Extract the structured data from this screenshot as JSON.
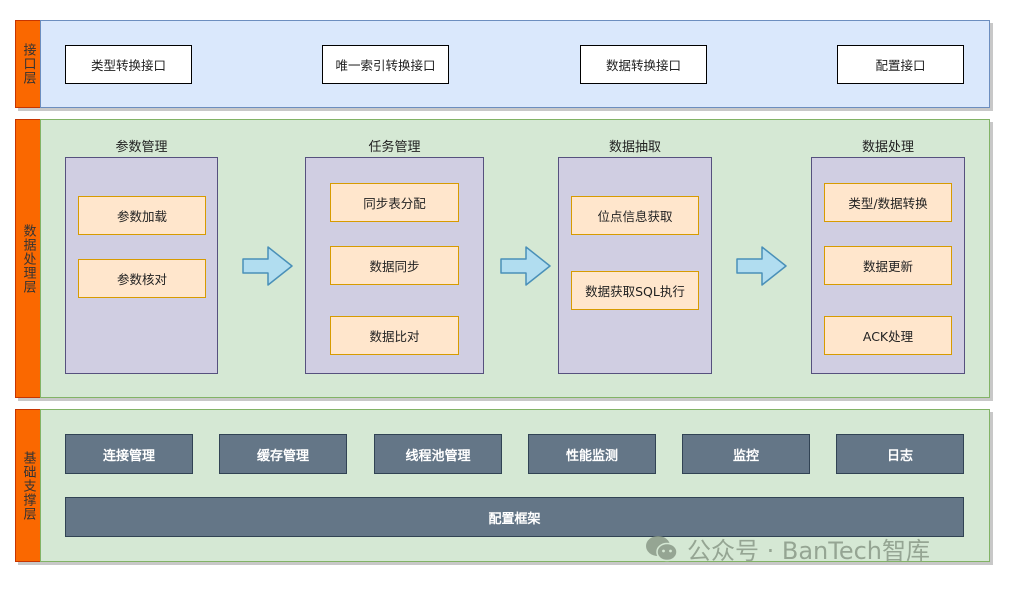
{
  "layers": {
    "interface": {
      "label": "接口层",
      "items": [
        "类型转换接口",
        "唯一索引转换接口",
        "数据转换接口",
        "配置接口"
      ]
    },
    "processing": {
      "label": "数据处理层",
      "groups": [
        {
          "title": "参数管理",
          "items": [
            "参数加载",
            "参数核对"
          ]
        },
        {
          "title": "任务管理",
          "items": [
            "同步表分配",
            "数据同步",
            "数据比对"
          ]
        },
        {
          "title": "数据抽取",
          "items": [
            "位点信息获取",
            "数据获取SQL执行"
          ]
        },
        {
          "title": "数据处理",
          "items": [
            "类型/数据转换",
            "数据更新",
            "ACK处理"
          ]
        }
      ],
      "arrow_icon": "right-arrow-icon"
    },
    "foundation": {
      "label": "基础支撑层",
      "items": [
        "连接管理",
        "缓存管理",
        "线程池管理",
        "性能监测",
        "监控",
        "日志"
      ],
      "framework": "配置框架"
    }
  },
  "watermark": {
    "icon": "wechat-icon",
    "text": "公众号 · BanTech智库"
  },
  "colors": {
    "layer_tag": "#fa6800",
    "interface_bg": "#dae8fc",
    "green_bg": "#d5e8d4",
    "group_bg": "#d0cee2",
    "item_bg": "#ffe6cc",
    "dark_box": "#647687",
    "arrow_fill": "#b1ddf0"
  }
}
